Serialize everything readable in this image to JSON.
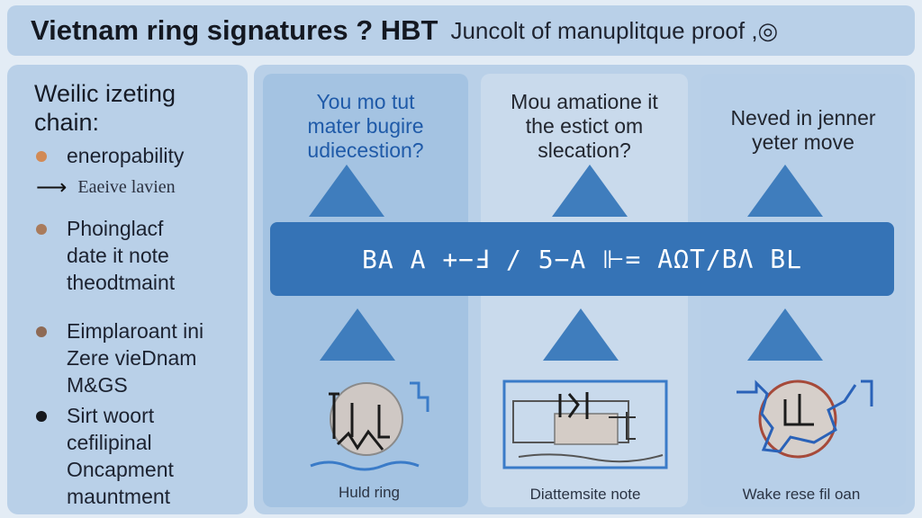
{
  "title": {
    "main": "Vietnam ring signatures ? HBT",
    "sub": "Juncolt of manuplitque proof ,◎"
  },
  "sidebar": {
    "heading": [
      "Weilic izeting",
      "chain:"
    ],
    "items": [
      {
        "lines": [
          "eneropability"
        ],
        "color": "#d28a55"
      },
      {
        "lines": [
          "Phoinglacf",
          "date it note",
          "theodtmaint"
        ],
        "color": "#a97b5c"
      },
      {
        "lines": [
          "Eimplaroant ini",
          "Zere vieDnam",
          "M&GS"
        ],
        "color": "#8e6a55"
      },
      {
        "lines": [
          "Sirt woort",
          "cefilipinal",
          "Oncapment",
          "mauntment"
        ],
        "color": "#15171c"
      }
    ],
    "arrow_label": "Eaeive lavien"
  },
  "columns": [
    {
      "question": [
        "You mo tut",
        "mater bugire",
        "udiecestion?"
      ],
      "caption": "Huld ring"
    },
    {
      "question": [
        "Mou amatione it",
        "the estict om",
        "slecation?"
      ],
      "caption": "Diattemsite note"
    },
    {
      "question": [
        "Neved in jenner",
        "yeter move"
      ],
      "caption": "Wake rese fil oan"
    }
  ],
  "bar_text": "BA A +−Ⅎ / 5−A ⊩= ΑΩΤ/ΒΛ ΒL",
  "colors": {
    "panel": "#b9d0e8",
    "column1": "#a4c3e2",
    "column2": "#c9daec",
    "column3": "#b7cfe8",
    "accent": "#3573b6",
    "question1_text": "#1f5aa8"
  }
}
